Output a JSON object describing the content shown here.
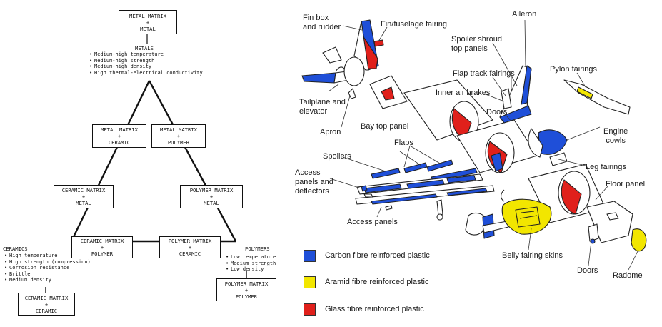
{
  "triangle": {
    "top_box": [
      "METAL MATRIX",
      "+",
      "METAL"
    ],
    "metals": {
      "title": "METALS",
      "properties": [
        "Medium-high temperature",
        "Medium-high strength",
        "Medium-high density",
        "High thermal-electrical conductivity"
      ]
    },
    "metal_ceramic": [
      "METAL MATRIX",
      "+",
      "CERAMIC"
    ],
    "metal_polymer": [
      "METAL MATRIX",
      "+",
      "POLYMER"
    ],
    "ceramic_metal": [
      "CERAMIC MATRIX",
      "+",
      "METAL"
    ],
    "polymer_metal": [
      "POLYMER MATRIX",
      "+",
      "METAL"
    ],
    "ceramic_polymer": [
      "CERAMIC MATRIX",
      "+",
      "POLYMER"
    ],
    "polymer_ceramic": [
      "POLYMER MATRIX",
      "+",
      "CERAMIC"
    ],
    "ceramics": {
      "title": "CERAMICS",
      "properties": [
        "High temperature",
        "High strength (compression)",
        "Corrosion resistance",
        "Brittle",
        "Medium density"
      ]
    },
    "polymers": {
      "title": "POLYMERS",
      "properties": [
        "Low temperature",
        "Medium strength",
        "Low density"
      ]
    },
    "ceramic_ceramic": [
      "CERAMIC MATRIX",
      "+",
      "CERAMIC"
    ],
    "polymer_polymer": [
      "POLYMER MATRIX",
      "+",
      "POLYMER"
    ]
  },
  "aircraft": {
    "labels": {
      "fin_box": "Fin box\nand rudder",
      "fin_fuselage": "Fin/fuselage fairing",
      "aileron": "Aileron",
      "spoiler_shroud": "Spoiler shroud\ntop panels",
      "flap_track": "Flap track fairings",
      "pylon": "Pylon fairings",
      "inner_air_brakes": "Inner air brakes",
      "tailplane": "Tailplane and\nelevator",
      "doors_top": "Doors",
      "apron": "Apron",
      "bay_top": "Bay top panel",
      "engine_cowls": "Engine\ncowls",
      "flaps": "Flaps",
      "spoilers": "Spoilers",
      "leg_fairings": "Leg fairings",
      "access_deflectors": "Access\npanels and\ndeflectors",
      "floor_panel": "Floor panel",
      "access_panels": "Access panels",
      "belly": "Belly fairing skins",
      "doors_bottom": "Doors",
      "radome": "Radome"
    },
    "legend": [
      {
        "label": "Carbon fibre reinforced plastic",
        "color": "#1f4fd8"
      },
      {
        "label": "Aramid fibre reinforced plastic",
        "color": "#f2e600"
      },
      {
        "label": "Glass fibre reinforced plastic",
        "color": "#e0201b"
      }
    ]
  }
}
